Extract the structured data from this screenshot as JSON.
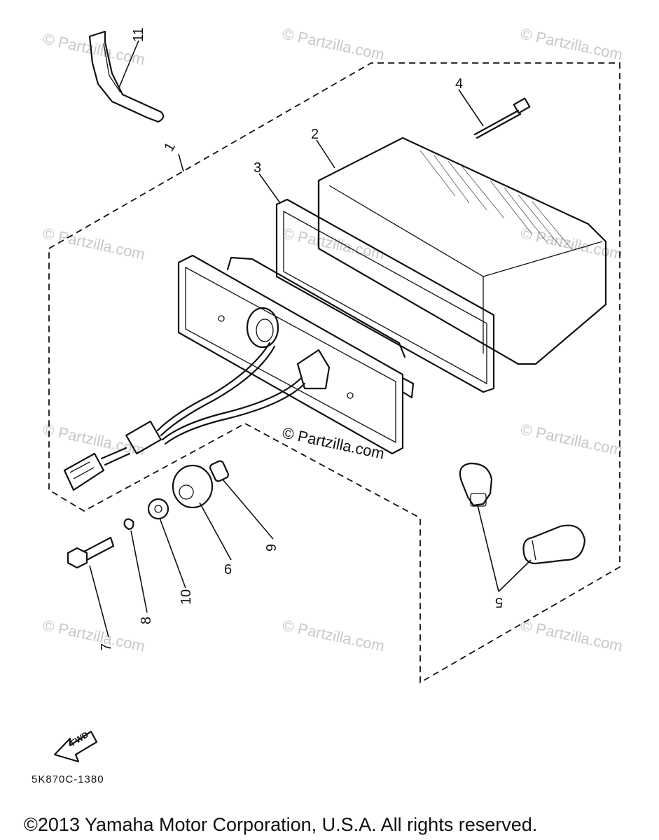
{
  "diagram": {
    "callouts": [
      "1",
      "2",
      "3",
      "4",
      "5",
      "6",
      "7",
      "8",
      "9",
      "10",
      "11"
    ],
    "drawing_code": "5K870C-1380",
    "fwd_label": "FWD",
    "copyright": "©2013  Yamaha Motor Corporation, U.S.A. All rights reserved.",
    "watermark_text": "© Partzilla.com"
  }
}
